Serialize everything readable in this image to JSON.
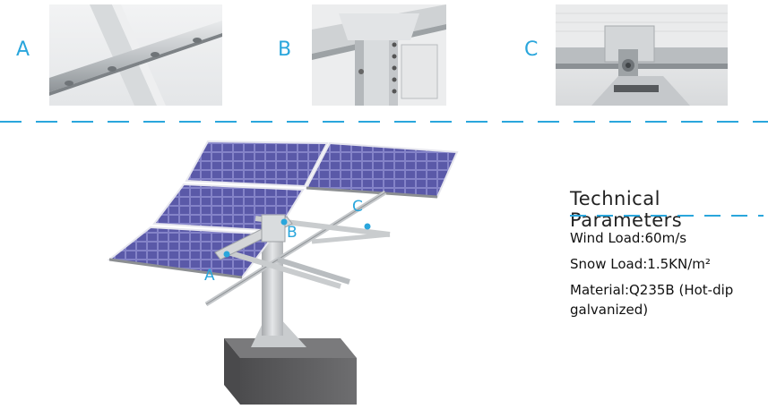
{
  "details": {
    "a_label": "A",
    "b_label": "B",
    "c_label": "C"
  },
  "technical_parameters": {
    "title": "Technical Parameters",
    "wind_load": "Wind Load:60m/s",
    "snow_load": "Snow Load:1.5KN/m²",
    "material": "Material:Q235B (Hot-dip galvanized)"
  },
  "callouts": {
    "a": "A",
    "b": "B",
    "c": "C"
  },
  "colors": {
    "accent": "#2aa6dc",
    "panel": "#5a59a8",
    "steel": "#c9cccf",
    "base": "#5e5e60"
  }
}
